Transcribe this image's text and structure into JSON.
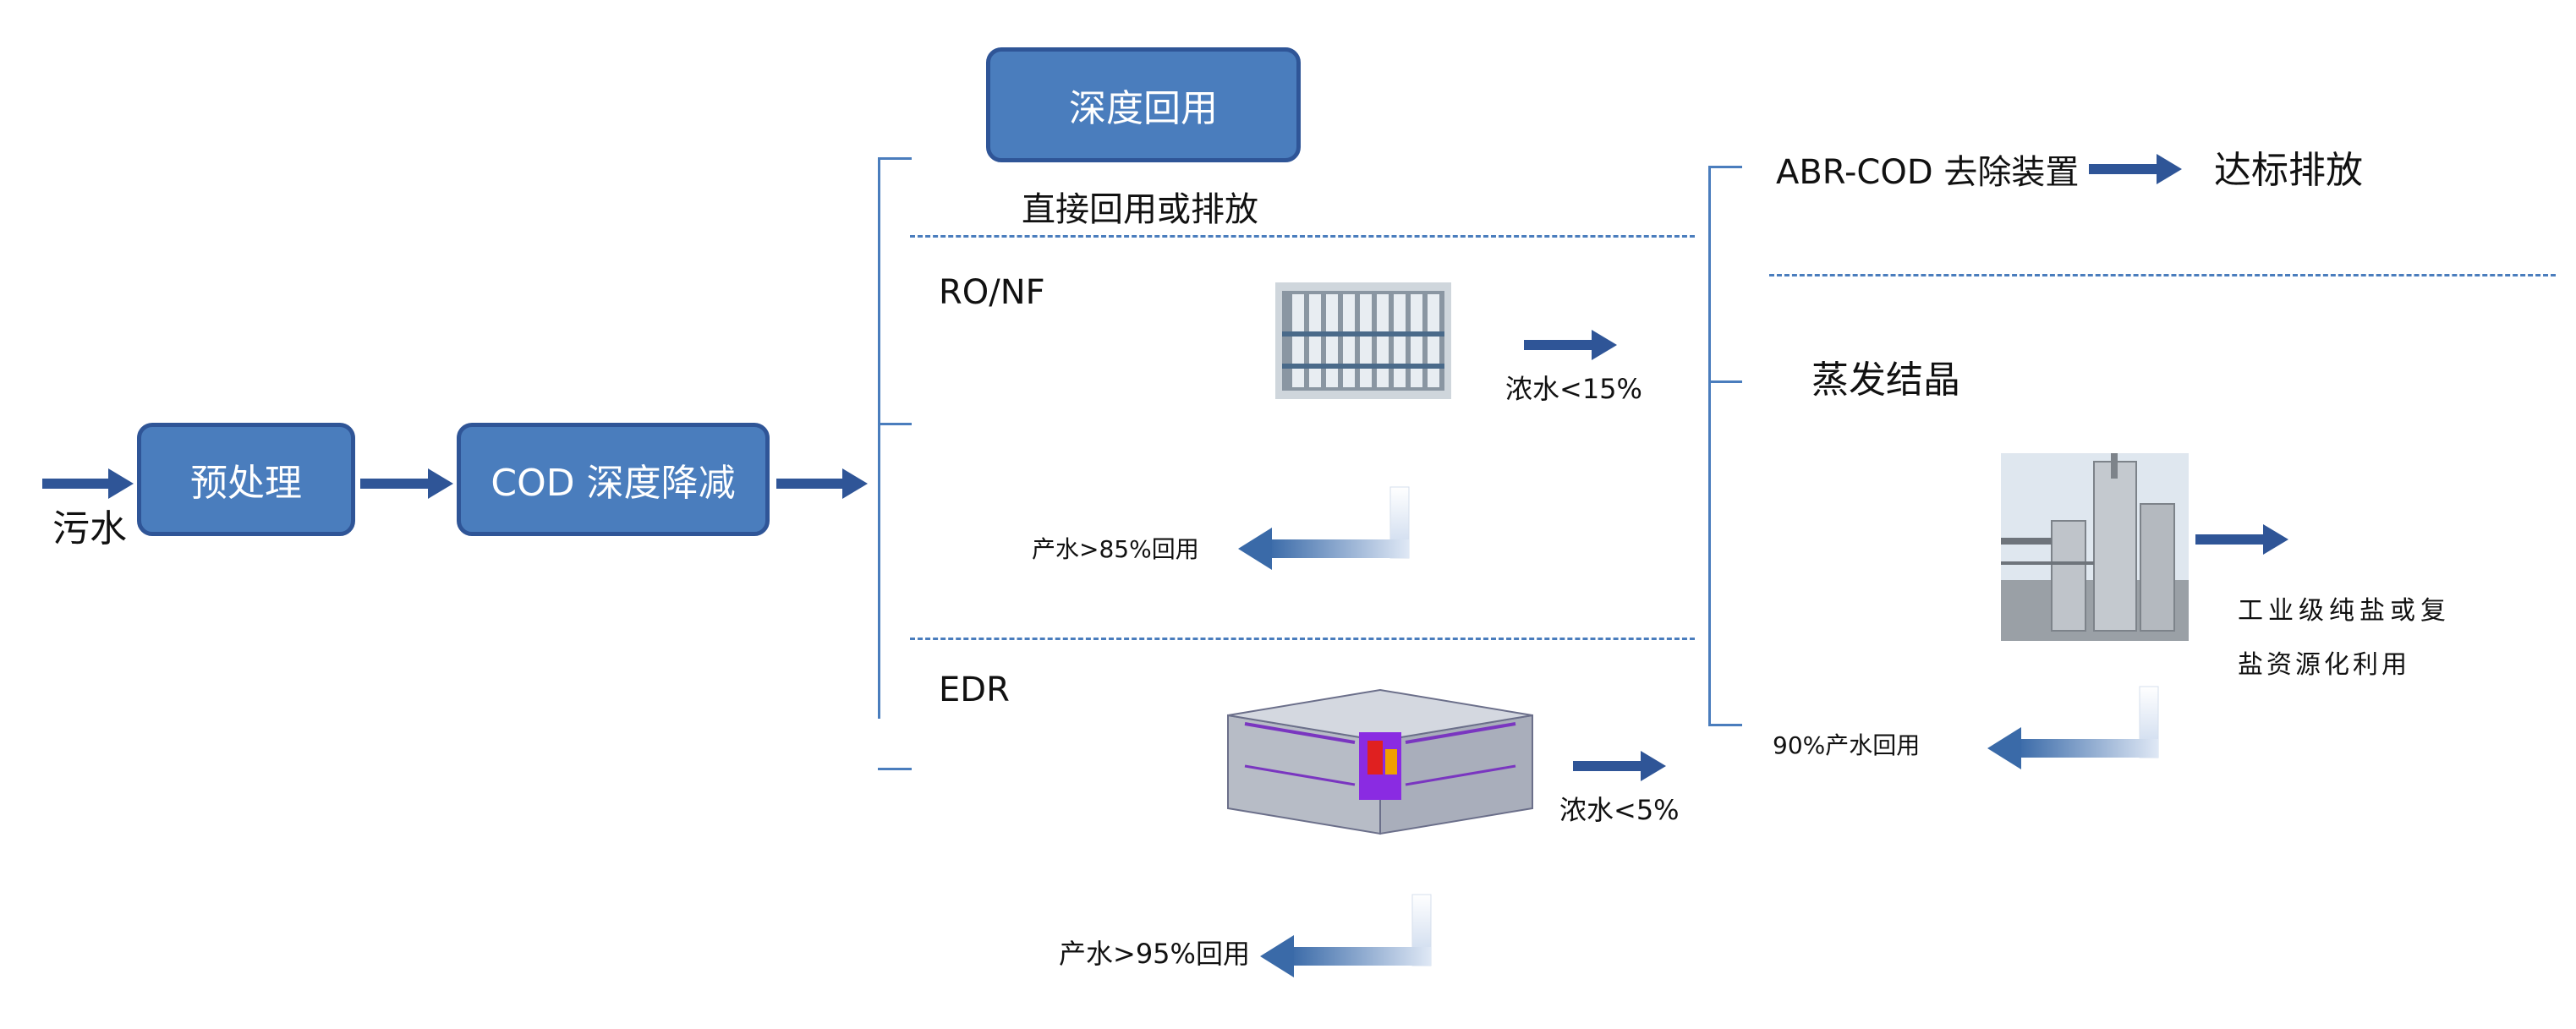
{
  "diagram": {
    "input_label": "污水",
    "boxes": {
      "pretreatment": "预处理",
      "cod_reduction": "COD 深度降减",
      "deep_reuse": "深度回用"
    },
    "direct_reuse": "直接回用或排放",
    "ro_nf": {
      "title": "RO/NF",
      "concentrate": "浓水<15%",
      "product": "产水>85%回用"
    },
    "edr": {
      "title": "EDR",
      "concentrate": "浓水<5%",
      "product": "产水>95%回用"
    },
    "abr": {
      "device": "ABR-COD 去除装置",
      "result": "达标排放"
    },
    "evaporation": {
      "title": "蒸发结晶",
      "salt_line1": "工业级纯盐或复",
      "salt_line2": "盐资源化利用",
      "product": "90%产水回用"
    },
    "colors": {
      "box_fill": "#4a7dbd",
      "box_border": "#2f5597",
      "arrow": "#2f5597",
      "line": "#4a7dbd"
    }
  }
}
